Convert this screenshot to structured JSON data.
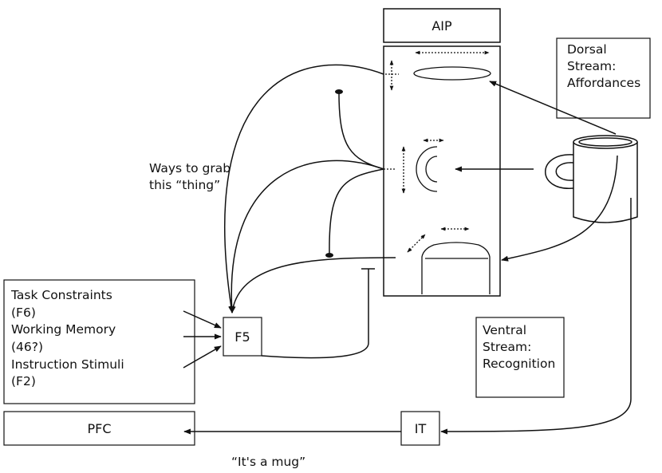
{
  "boxes": {
    "aip": "AIP",
    "dorsal": [
      "Dorsal",
      "Stream:",
      "Affordances"
    ],
    "task": [
      "Task Constraints",
      "(F6)",
      "Working Memory",
      "(46?)",
      "Instruction Stimuli",
      "(F2)"
    ],
    "f5": "F5",
    "pfc": "PFC",
    "it": "IT",
    "ventral": [
      "Ventral",
      "Stream:",
      "Recognition"
    ]
  },
  "captions": {
    "ways": [
      "Ways to grab",
      "this “thing”"
    ],
    "mug": "“It's a mug”"
  },
  "colors": {
    "stroke": "#111111",
    "background": "#ffffff"
  }
}
